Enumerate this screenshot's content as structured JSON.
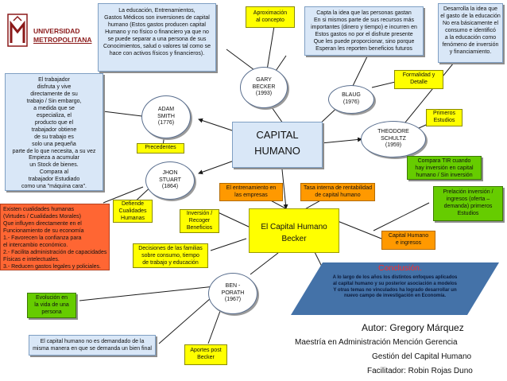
{
  "logo": {
    "line1": "UNIVERSIDAD",
    "line2": "METROPOLITANA",
    "brand_color": "#8b1a1a"
  },
  "central_concept": "CAPITAL\nHUMANO",
  "main_node": "El Capital Humano\nBecker",
  "nodes": {
    "educacion_inversion": "La educación, Entrenamientos,\nGastos Médicos son inversiones de capital\nhumano (Estos gastos producen capital\nHumano y no físico o financiero ya que no\nse puede separar a una persona de sus\nConocimientos, salud o valores tal como se\nhace con activos físicos y financieros).",
    "aproximacion": "Aproximación\nal concepto",
    "capta_idea": "Capta la idea que las personas gastan\nEn si mismos parte de sus recursos más\nimportantes (dinero y tiempo) e incurren en\nEstos gastos no por el disfrute presente\nQue les puede proporcionar, sino porque\nEsperan les reporten beneficios futuros",
    "desarrolla_idea": "Desarrolla la idea que\nel gasto de la educación\nNo era básicamente el\nconsumo e identificó\na la educación como\nfenómeno de inversión\ny financiamiento.",
    "trabajador": "El trabajador\ndisfruta y vive\ndirectamente de su\ntrabajo / Sin embargo,\na medida que se\nespecializa, el\nproducto que el\ntrabajador obtiene\nde su trabajo es\nsolo una pequeña\nparte de lo que necesita, a su vez\nEmpieza a acumular\nun Stock de bienes.\nCompara al\ntrabajador Estudiado\ncomo una \"máquina cara\".",
    "formalidad": "Formalidad y\nDetalle",
    "primeros_estudios": "Primeros\nEstudios",
    "precedentes": "Precedentes",
    "compara_tir": "Compara TIR cuando\nhay inversión en capital\nhumano / Sin inversión",
    "defiende": "Defiende\nCualidades\nHumanas",
    "entrenamiento": "El entrenamiento en\nlas empresas",
    "tasa_interna": "Tasa interna de rentabilidad\nde capital humano",
    "prelacion": "Prelación inversión /\ningresos (oferta –\ndemanda) primeros\nEstudios",
    "cualidades": "Existen cualidades humanas\n(Virtudes / Cualidades Morales)\nQue influyen directamente en el\nFuncionamiento de su economía\n1.- Favorecen la confianza para\nel intercambio económico.\n2.- Facilita administración de capacidades\nFísicas e intelectuales.\n3.- Reducen gastos legales y policiales.",
    "inversion_recoger": "Inversión /\nRecoger\nBeneficios",
    "decisiones": "Decisiones de las familias\nsobre consumo, tiempo\nde trabajo y educación",
    "capital_humano_ingresos": "Capital Humano\ne ingresos",
    "evolucion": "Evolución en\nla vida de una\npersona",
    "no_demandado": "El capital humano no es demandado de la\nmisma manera en que se demanda un bien final",
    "aportes": "Aportes post\nBecker"
  },
  "authors": {
    "gary_becker": "GARY\nBECKER\n(1993)",
    "blaug": "BLAUG\n(1976)",
    "adam_smith": "ADAM\nSMITH\n(1776)",
    "theodore_schultz": "THEODORE\nSCHULTZ\n(1959)",
    "jhon_stuart": "JHON\nSTUART\n(1864)",
    "ben_porath": "BEN  -\nPORATH\n(1967)"
  },
  "conclusion": {
    "title": "Conclusión.",
    "text": "A lo largo de los años los distintos enfoques aplicados\nal capital humano y su posterior asociación a modelos\nY otras temas no vinculados ha logrado desarrollar un\nnuevo campo de investigación en Economía.",
    "background": "#4472a8"
  },
  "credits": {
    "author": "Autor: Gregory Márquez",
    "degree": "Maestría en Administración Mención Gerencia",
    "course": "Gestión del Capital Humano",
    "facilitator": "Facilitador: Robin Rojas Duno"
  },
  "colors": {
    "blue_box": "#d9e7f7",
    "yellow_box": "#ffff00",
    "green_box": "#66cc00",
    "orange_box": "#ff9900",
    "red_box": "#ff6633",
    "arrow": "#1a1a1a"
  }
}
